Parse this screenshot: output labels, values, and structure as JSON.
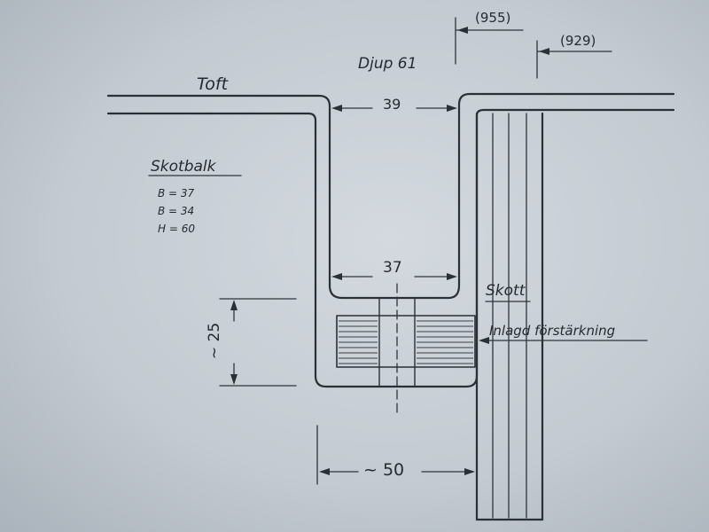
{
  "labels": {
    "toft": "Toft",
    "djup": "Djup 61",
    "dim_955": "(955)",
    "dim_929": "(929)",
    "dim_39": "39",
    "dim_37": "37",
    "dim_25": "~ 25",
    "dim_50": "~ 50",
    "skott": "Skott",
    "inlagd": "Inlagd förstärkning",
    "skotbalk_title": "Skotbalk",
    "skotbalk_b1": "B = 37",
    "skotbalk_b2": "B = 34",
    "skotbalk_h": "H = 60"
  },
  "colors": {
    "ink": "#2b2f36",
    "paper": "#c8cfd6"
  }
}
